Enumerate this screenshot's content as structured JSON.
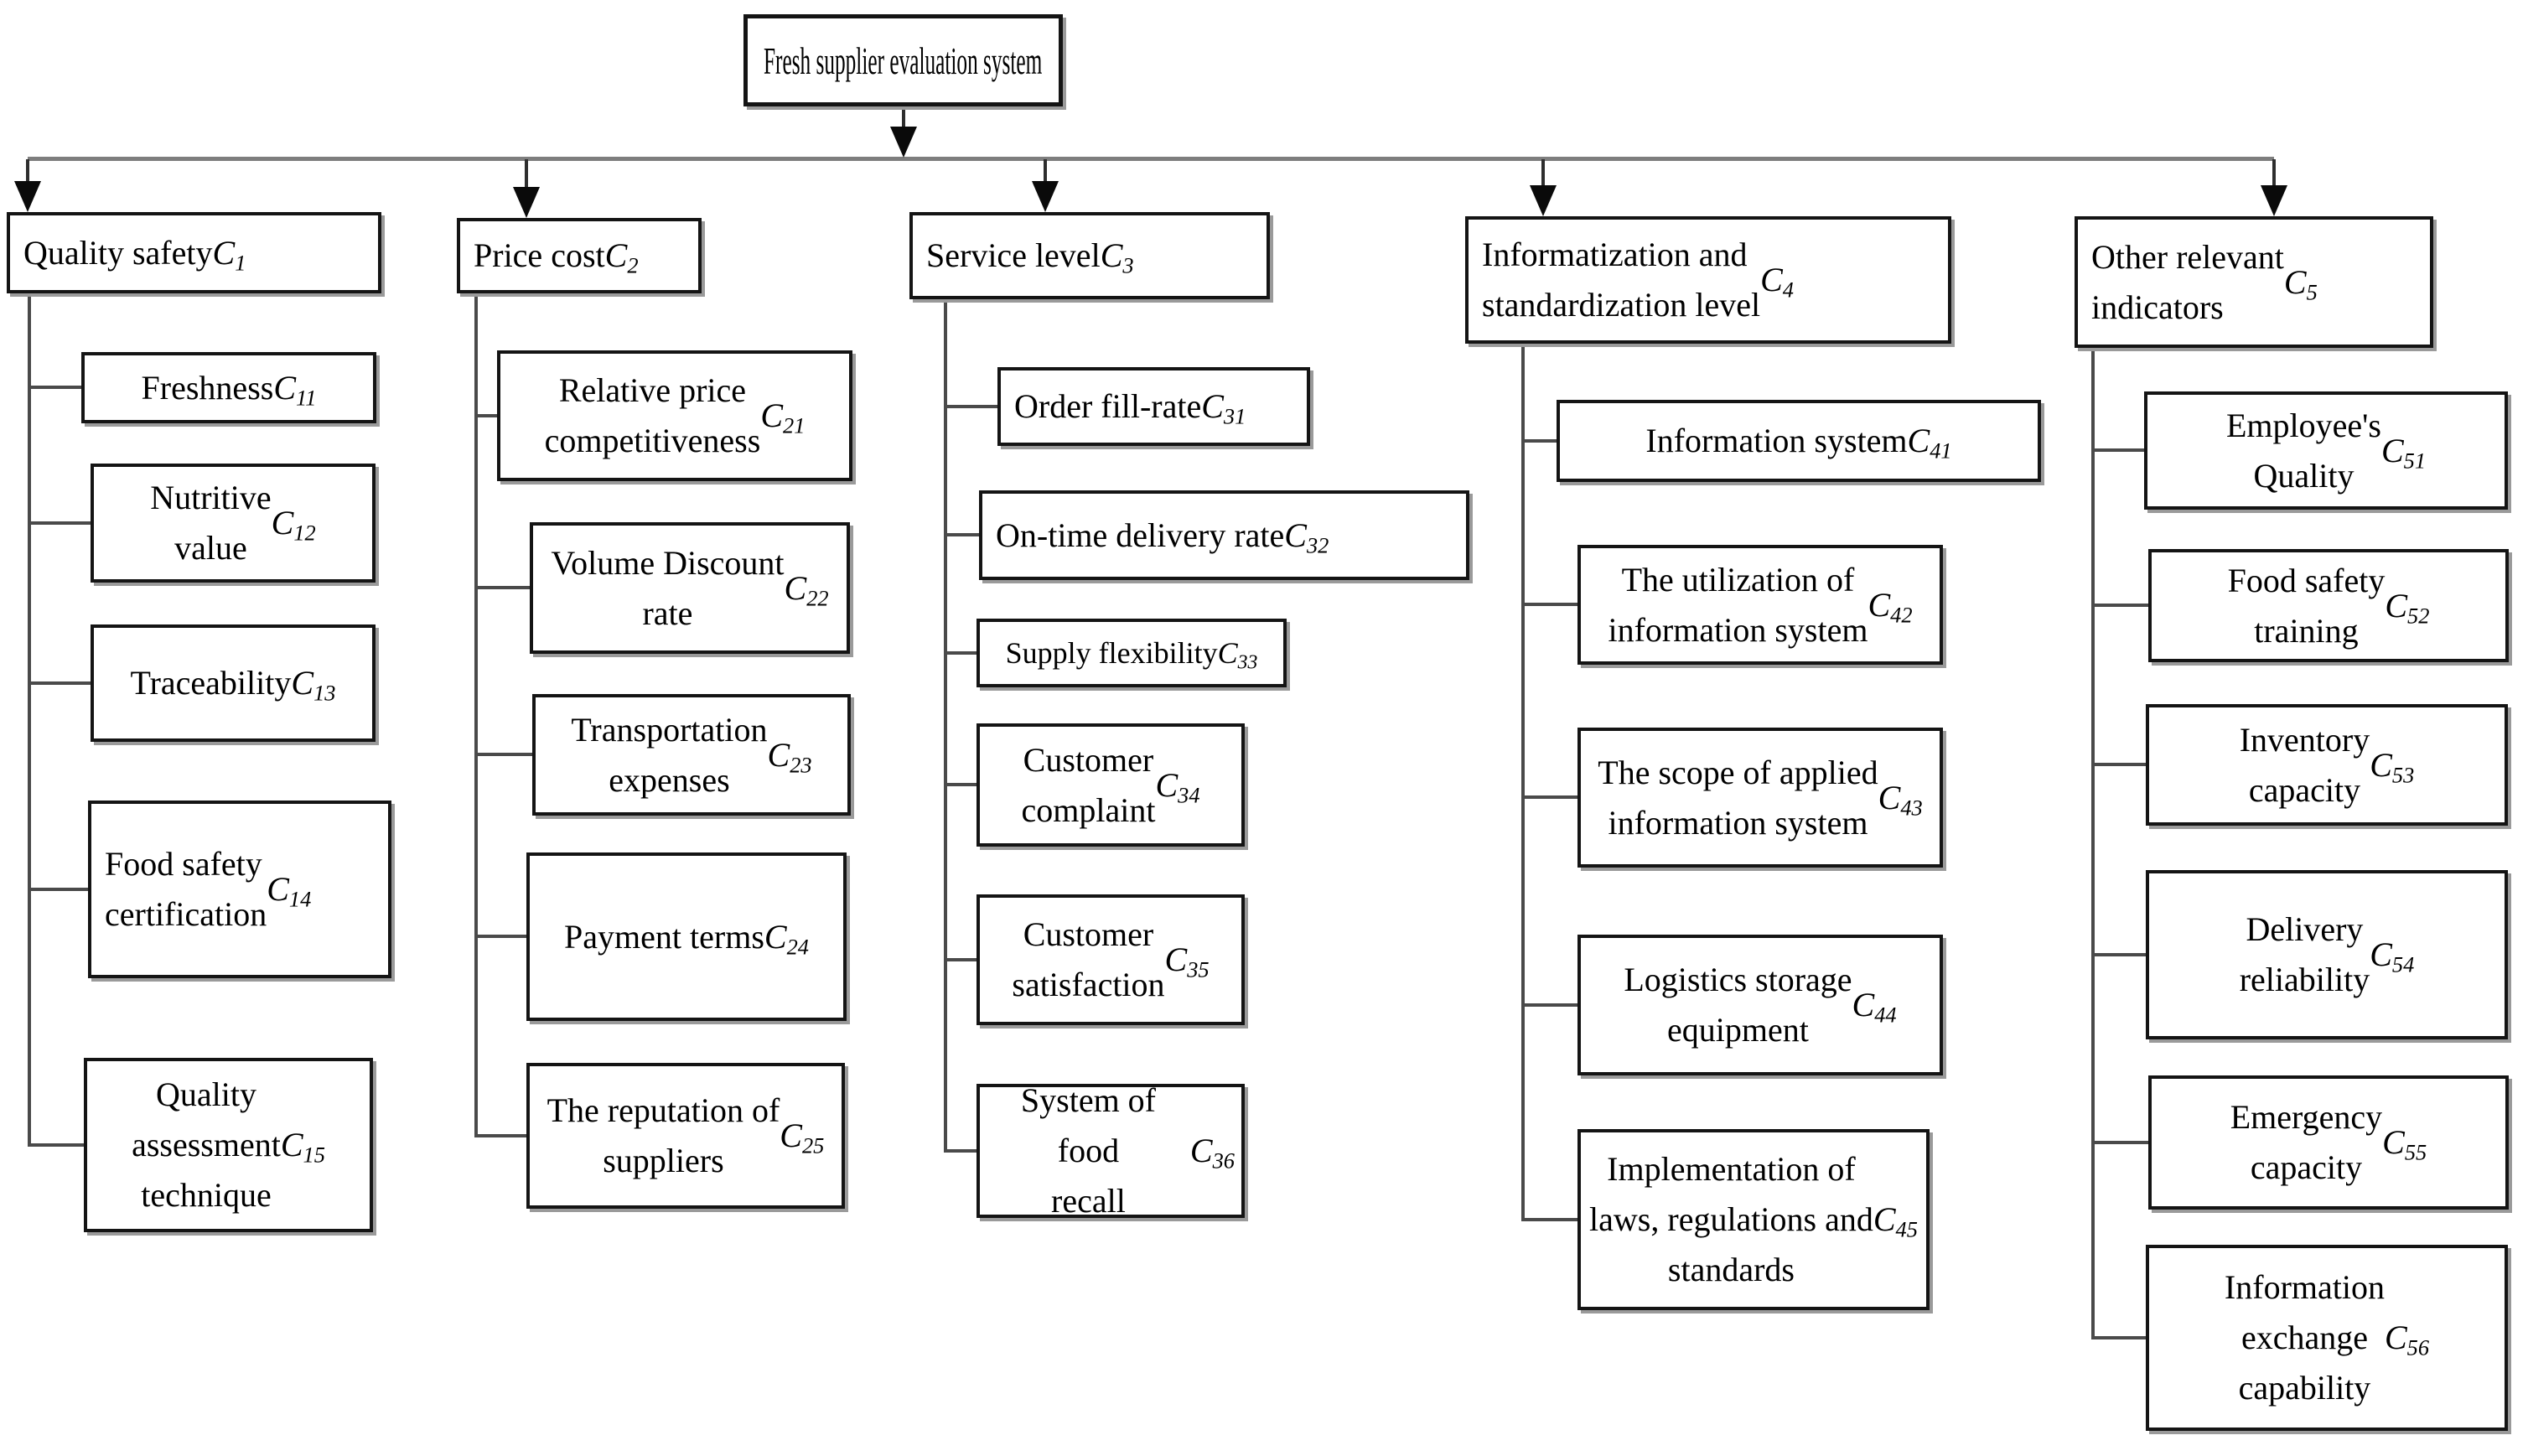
{
  "diagram": {
    "type": "hierarchy-tree",
    "root": {
      "label": "Fresh supplier evaluation system"
    },
    "colors": {
      "background": "#ffffff",
      "box_border": "#141414",
      "connector": "#4a4a4a",
      "trunk_line": "#7e7e7e"
    },
    "columns": [
      {
        "id": "C1",
        "header": "Quality safety C_{1}",
        "children": [
          "Freshness C_{11}",
          "Nutritive\nvalue C_{12}",
          "Traceability\nC_{13}",
          "Food safety\ncertification\nC_{14}",
          "Quality\nassessment\ntechnique C_{15}"
        ]
      },
      {
        "id": "C2",
        "header": "Price cost C_{2}",
        "children": [
          "Relative price\ncompetitiveness C_{21}",
          "Volume Discount\nrate C_{22}",
          "Transportation\nexpenses C_{23}",
          "Payment terms\nC_{24}",
          "The reputation of\nsuppliers C_{25}"
        ]
      },
      {
        "id": "C3",
        "header": "Service level C_{3}",
        "children": [
          "Order fill-rate C_{31}",
          "On-time delivery rate C_{32}",
          "Supply flexibility C_{33}",
          "Customer\ncomplaint C_{34}",
          "Customer\nsatisfaction C_{35}",
          "System of food\nrecall C_{36}"
        ]
      },
      {
        "id": "C4",
        "header": "Informatization and\nstandardization level C_{4}",
        "children": [
          "Information system C_{41}",
          "The utilization of\ninformation system C_{42}",
          "The scope of applied\ninformation system C_{43}",
          "Logistics storage\nequipment C_{44}",
          "Implementation of\nlaws, regulations and\nstandards C_{45}"
        ]
      },
      {
        "id": "C5",
        "header": "Other relevant\nindicators C_{5}",
        "children": [
          "Employee's\nQuality C_{51}",
          "Food safety\ntraining C_{52}",
          "Inventory\ncapacity C_{53}",
          "Delivery\nreliability\nC_{54}",
          "Emergency\ncapacity C_{55}",
          "Information\nexchange\ncapability C_{56}"
        ]
      }
    ]
  }
}
